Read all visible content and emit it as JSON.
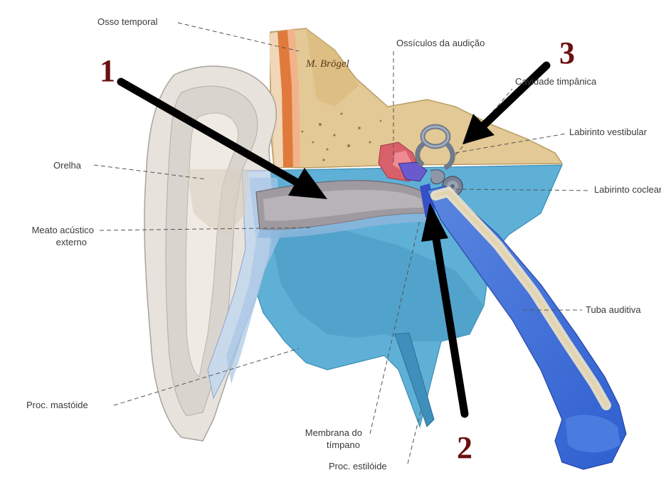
{
  "labels": {
    "osso_temporal": "Osso temporal",
    "ossiculos": "Ossículos da audição",
    "cavidade_timpanica": "Cavidade timpânica",
    "labirinto_vestibular": "Labirinto vestibular",
    "orelha": "Orelha",
    "labirinto_coclear": "Labirinto coclear",
    "meato_line1": "Meato acústico",
    "meato_line2": "externo",
    "tuba_auditiva": "Tuba auditiva",
    "proc_mastoide": "Proc. mastóide",
    "membrana_line1": "Membrana do",
    "membrana_line2": "tímpano",
    "proc_estiloide": "Proc. estilóide"
  },
  "markers": {
    "one": "1",
    "two": "2",
    "three": "3",
    "color": "#6b1010"
  },
  "signature": "M. Brögel",
  "colors": {
    "skin": "#e9e3dc",
    "bone": "#e0c48a",
    "blue": "#56a8cf",
    "deep_blue": "#3b6fd1",
    "arrow": "#000000"
  }
}
